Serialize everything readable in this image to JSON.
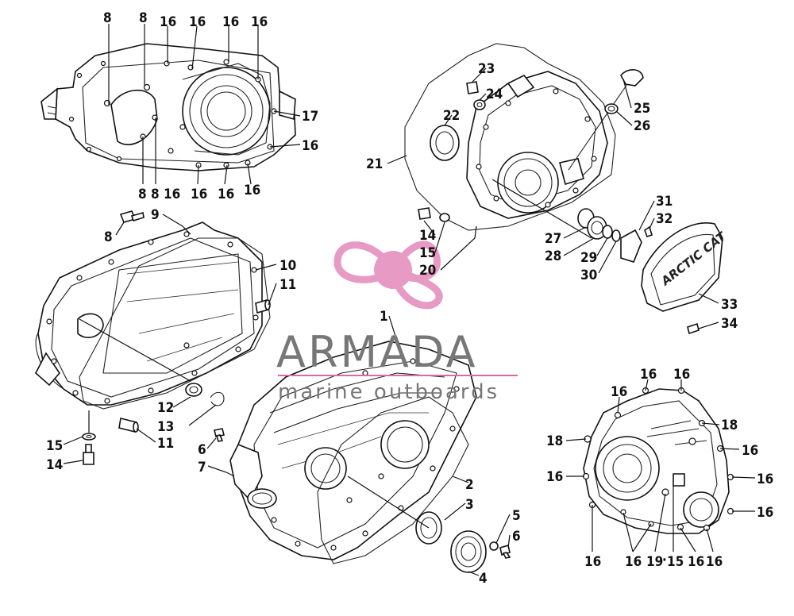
{
  "watermark": {
    "brand": "ARMADA",
    "tagline": "marine outboards",
    "logo_color": "#e79ac4",
    "line_color": "#d86aa8"
  },
  "cover_logo_text": "ARCTIC CAT",
  "callouts": {
    "c8a": "8",
    "c8b": "8",
    "c16a": "16",
    "c16b": "16",
    "c16c": "16",
    "c16d": "16",
    "c17": "17",
    "c16e": "16",
    "c8c": "8",
    "c8d": "8",
    "c16f": "16",
    "c16g": "16",
    "c16h": "16",
    "c8e": "8",
    "c9": "9",
    "c10": "10",
    "c11a": "11",
    "c12": "12",
    "c13": "13",
    "c11b": "11",
    "c15a": "15",
    "c14a": "14",
    "c6a": "6",
    "c7": "7",
    "c1": "1",
    "c2": "2",
    "c3": "3",
    "c4": "4",
    "c5": "5",
    "c6b": "6",
    "c23": "23",
    "c24": "24",
    "c22": "22",
    "c21": "21",
    "c25": "25",
    "c26": "26",
    "c14b": "14",
    "c15b": "15",
    "c20": "20",
    "c27": "27",
    "c28": "28",
    "c29": "29",
    "c30": "30",
    "c31": "31",
    "c32": "32",
    "c33": "33",
    "c34": "34",
    "c16i": "16",
    "c16j": "16",
    "c16k": "16",
    "c18a": "18",
    "c18b": "18",
    "c16l": "16",
    "c16m": "16",
    "c16n": "16",
    "c16o": "16",
    "c16p": "16",
    "c16q": "16",
    "c19": "19",
    "c15c": "15",
    "c16r": "16",
    "c16s": "16"
  }
}
